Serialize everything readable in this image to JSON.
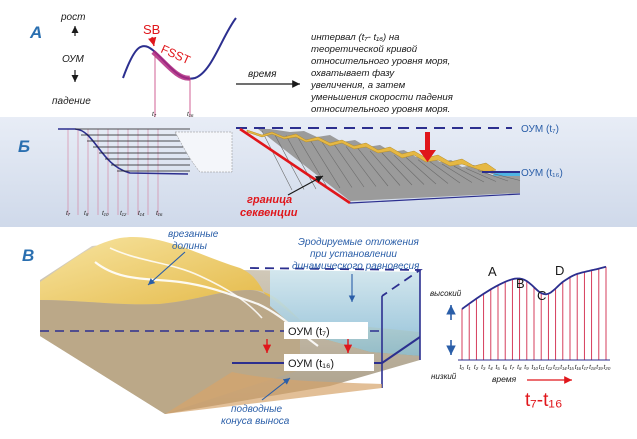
{
  "panels": {
    "a": "А",
    "b": "Б",
    "c": "В"
  },
  "panel_a": {
    "rise": "рост",
    "oum": "ОУМ",
    "fall": "падение",
    "sb": "SB",
    "fsst": "FSST",
    "t_start": "t₇",
    "t_end": "t₁₆",
    "time": "время",
    "description": [
      "интервал (t₇- t₁₆) на",
      "теоретической кривой",
      "относительного уровня моря,",
      "охватывает фазу",
      "увеличения, а затем",
      "уменьшения скорости падения",
      "относительного уровня моря."
    ]
  },
  "panel_b": {
    "oum_t7": "ОУМ (t₇)",
    "oum_t16": "ОУМ (t₁₆)",
    "boundary_line1": "граница",
    "boundary_line2": "секвенции",
    "ticks": [
      "t₇",
      "t₈",
      "t₁₀",
      "t₁₂",
      "t₁₄",
      "t₁₆"
    ]
  },
  "panel_c": {
    "valleys_line1": "врезанные",
    "valleys_line2": "долины",
    "eroded_line1": "Эродируемые отложения",
    "eroded_line2": "при установлении",
    "eroded_line3": "динамического равновесия",
    "oum_t7": "ОУМ (t₇)",
    "oum_t16": "ОУМ (t₁₆)",
    "fans_line1": "подводные",
    "fans_line2": "конуса выноса",
    "high": "высокий",
    "low": "низкий",
    "time": "время",
    "interval": "t₇-t₁₆",
    "letters": [
      "A",
      "B",
      "C",
      "D"
    ],
    "ticks": [
      "t₀",
      "t₁",
      "t₂",
      "t₃",
      "t₄",
      "t₅",
      "t₆",
      "t₇",
      "t₈",
      "t₉",
      "t₁₀",
      "t₁₁",
      "t₁₂",
      "t₁₃",
      "t₁₄",
      "t₁₅",
      "t₁₆",
      "t₁₇",
      "t₁₈",
      "t₁₉",
      "t₂₀"
    ]
  },
  "colors": {
    "blue_line": "#2c2f8f",
    "red": "#e0161b",
    "sediment": "#e9b949",
    "water": "#9fd3ea",
    "grey_wedge": "#9a9a9a"
  }
}
